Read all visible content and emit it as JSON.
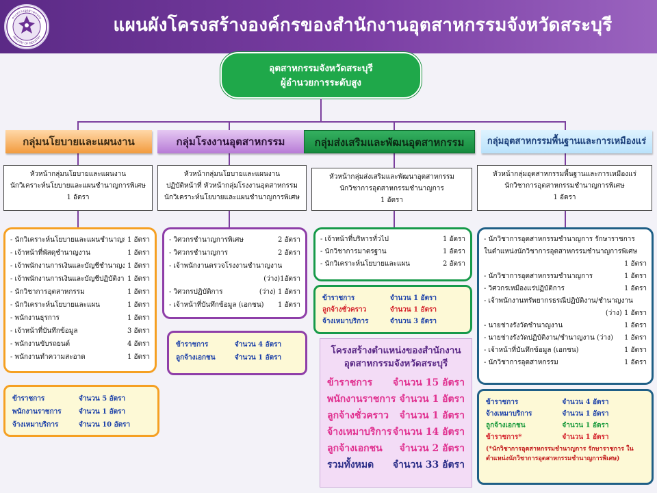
{
  "header": {
    "title": "แผนผังโครงสร้างองค์กรของสำนักงานอุตสาหกรรมจังหวัดสระบุรี",
    "logo_text_top": "กระทรวงอุตสาหกรรม",
    "logo_text_bottom": "MINISTRY OF INDUSTRY"
  },
  "top_node": {
    "line1": "อุตสาหกรรมจังหวัดสระบุรี",
    "line2": "ผู้อำนวยการระดับสูง"
  },
  "groups": [
    {
      "name": "กลุ่มนโยบายและแผนงาน",
      "head_lines": [
        "หัวหน้ากลุ่มนโยบายและแผนงาน",
        "นักวิเคราะห์นโยบายและแผนชำนาญการพิเศษ",
        "1 อัตรา"
      ],
      "positions": [
        {
          "name": "- นักวิเคราะห์นโยบายและแผนชำนาญการ",
          "count": "1 อัตรา"
        },
        {
          "name": "- เจ้าหน้าที่พัสดุชำนาญงาน",
          "count": "1 อัตรา"
        },
        {
          "name": "- เจ้าพนักงานการเงินและบัญชีชำนาญงาน",
          "count": "1 อัตรา"
        },
        {
          "name": "- เจ้าพนักงานการเงินและบัญชีปฏิบัติงาน",
          "count": "1 อัตรา"
        },
        {
          "name": "- นักวิชาการอุตสาหกรรม",
          "count": "1 อัตรา"
        },
        {
          "name": "- นักวิเคราะห์นโยบายและแผน",
          "count": "1 อัตรา"
        },
        {
          "name": "- พนักงานธุรการ",
          "count": "1 อัตรา"
        },
        {
          "name": "- เจ้าหน้าที่บันทึกข้อมูล",
          "count": "3 อัตรา"
        },
        {
          "name": "- พนักงานขับรถยนต์",
          "count": "4 อัตรา"
        },
        {
          "name": "- พนักงานทำความสะอาด",
          "count": "1 อัตรา"
        }
      ],
      "summary": [
        {
          "name": "ข้าราชการ",
          "count": "จำนวน 5 อัตรา"
        },
        {
          "name": "พนักงานราชการ",
          "count": "จำนวน 1 อัตรา"
        },
        {
          "name": "จ้างเหมาบริการ",
          "count": "จำนวน 10 อัตรา"
        }
      ]
    },
    {
      "name": "กลุ่มโรงงานอุตสาหกรรม",
      "head_lines": [
        "หัวหน้ากลุ่มนโยบายและแผนงาน",
        "ปฏิบัติหน้าที่ หัวหน้ากลุ่มโรงงานอุตสาหกรรม",
        "นักวิเคราะห์นโยบายและแผนชำนาญการพิเศษ"
      ],
      "positions": [
        {
          "name": "- วิศวกรชำนาญการพิเศษ",
          "count": "2 อัตรา"
        },
        {
          "name": "- วิศวกรชำนาญการ",
          "count": "2 อัตรา"
        },
        {
          "name": "- เจ้าพนักงานตรวจโรงงานชำนาญงาน",
          "count": ""
        },
        {
          "name": "",
          "count": "(ว่าง)1อัตรา"
        },
        {
          "name": "- วิศวกรปฏิบัติการ",
          "count": "(ว่าง) 1 อัตรา"
        },
        {
          "name": "- เจ้าหน้าที่บันทึกข้อมูล (เอกชน)",
          "count": "1 อัตรา"
        }
      ],
      "summary": [
        {
          "name": "ข้าราชการ",
          "count": "จำนวน 4 อัตรา"
        },
        {
          "name": "ลูกจ้างเอกชน",
          "count": "จำนวน 1 อัตรา"
        }
      ]
    },
    {
      "name": "กลุ่มส่งเสริมและพัฒนอุตสาหกรรม",
      "head_lines": [
        "หัวหน้ากลุ่มส่งเสริมและพัฒนาอุตสาหกรรม",
        "นักวิชาการอุตสาหกรรมชำนาญการ",
        "1 อัตรา"
      ],
      "positions": [
        {
          "name": "- เจ้าหน้าที่บริหารทั่วไป",
          "count": "1 อัตรา"
        },
        {
          "name": "- นักวิชาการมาตรฐาน",
          "count": "1 อัตรา"
        },
        {
          "name": "- นักวิเคราะห์นโยบายและแผน",
          "count": "2 อัตรา"
        }
      ],
      "summary": [
        {
          "name": "ข้าราชการ",
          "count": "จำนวน 1 อัตรา",
          "color": "#1a3fa8"
        },
        {
          "name": "ลูกจ้างชั่วคราว",
          "count": "จำนวน 1 อัตรา",
          "color": "#d4202a"
        },
        {
          "name": "จ้างเหมาบริการ",
          "count": "จำนวน 3 อัตรา",
          "color": "#1a3fa8"
        }
      ]
    },
    {
      "name": "กลุ่มอุตสาหกรรมพื้นฐานและการเหมืองแร่",
      "head_lines": [
        "หัวหน้ากลุ่มอุตสาหกรรมพื้นฐานและการเหมืองแร่",
        "นักวิชาการอุตสาหกรรมชำนาญการพิเศษ",
        "1 อัตรา"
      ],
      "positions": [
        {
          "name": "- นักวิชาการอุตสาหกรรมชำนาญการ รักษาราชการ",
          "count": ""
        },
        {
          "name": "  ในตำแหน่งนักวิชาการอุตสาหกรรมชำนาญการพิเศษ",
          "count": ""
        },
        {
          "name": "",
          "count": "1 อัตรา"
        },
        {
          "name": "- นักวิชาการอุตสาหกรรมชำนาญการ",
          "count": "1 อัตรา"
        },
        {
          "name": "- วิศวกรเหมืองแร่ปฏิบัติการ",
          "count": "1 อัตรา"
        },
        {
          "name": "- เจ้าพนักงานทรัพยากรธรณีปฏิบัติงาน/ชำนาญงาน",
          "count": ""
        },
        {
          "name": "",
          "count": "(ว่าง) 1 อัตรา"
        },
        {
          "name": "- นายช่างรังวัดชำนาญงาน",
          "count": "1 อัตรา"
        },
        {
          "name": "- นายช่างรังวัดปฏิบัติงาน/ชำนาญงาน (ว่าง)",
          "count": "1 อัตรา"
        },
        {
          "name": "- เจ้าหน้าที่บันทึกข้อมูล (เอกชน)",
          "count": "1 อัตรา"
        },
        {
          "name": "- นักวิชาการอุตสาหกรรม",
          "count": "1 อัตรา"
        }
      ],
      "summary": [
        {
          "name": "ข้าราชการ",
          "count": "จำนวน 4 อัตรา",
          "color": "#1a3fa8"
        },
        {
          "name": "จ้างเหมาบริการ",
          "count": "จำนวน 1 อัตรา",
          "color": "#1a3fa8"
        },
        {
          "name": "ลูกจ้างเอกชน",
          "count": "จำนวน 1 อัตรา",
          "color": "#1a9a3c"
        },
        {
          "name": "ข้าราชการ*",
          "count": "จำนวน 1 อัตรา",
          "color": "#d4202a"
        }
      ],
      "note": "(*นักวิชาการอุตสาหกรรมชำนาญการ รักษาราชการ ในตำแหน่งนักวิชาการอุตสาหกรรมชำนาญการพิเศษ)"
    }
  ],
  "totals": {
    "title_line1": "โครงสร้างตำแหน่งของสำนักงาน",
    "title_line2": "อุตสาหกรรมจังหวัดสระบุรี",
    "rows": [
      {
        "name": "ข้าราชการ",
        "count": "จำนวน 15 อัตรา"
      },
      {
        "name": "พนักงานราชการ",
        "count": "จำนวน 1 อัตรา"
      },
      {
        "name": "ลูกจ้างชั่วคราว",
        "count": "จำนวน 1 อัตรา"
      },
      {
        "name": "จ้างเหมาบริการ",
        "count": "จำนวน 14 อัตรา"
      },
      {
        "name": "ลูกจ้างเอกชน",
        "count": "จำนวน 2 อัตรา"
      },
      {
        "name": "รวมทั้งหมด",
        "count": "จำนวน 33 อัตรา"
      }
    ]
  },
  "colors": {
    "header_purple": "#6a2f93",
    "top_green": "#1fa84a",
    "group1": "#f5a023",
    "group2": "#8e3ea8",
    "group3": "#179a4a",
    "group4": "#1f5f86",
    "connector": "#7b3f9e"
  }
}
